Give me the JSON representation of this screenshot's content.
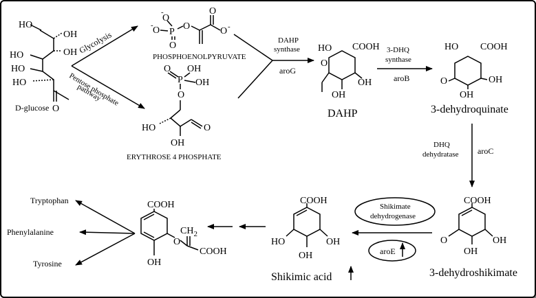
{
  "labels": {
    "d_glucose": "D-glucose",
    "glycolysis": "Glycolysis",
    "pentose_line1": "Pentose phosphate",
    "pentose_line2": "pathway",
    "pep": "PHOSPHOENOLPYRUVATE",
    "e4p": "ERYTHROSE 4 PHOSPHATE",
    "dahp_synthase_line1": "DAHP",
    "dahp_synthase_line2": "synthase",
    "aroG": "aroG",
    "dahp": "DAHP",
    "dhq_synthase_line1": "3-DHQ",
    "dhq_synthase_line2": "synthase",
    "aroB": "aroB",
    "dehydroquinate": "3-dehydroquinate",
    "dhq_dehydratase_line1": "DHQ",
    "dhq_dehydratase_line2": "dehydratase",
    "aroC": "aroC",
    "dehydroshikimate": "3-dehydroshikimate",
    "shikimate_dh_line1": "Shikimate",
    "shikimate_dh_line2": "dehydrogenase",
    "aroE": "aroE",
    "shikimic_acid": "Shikimic acid",
    "tryptophan": "Tryptophan",
    "phenylalanine": "Phenylalanine",
    "tyrosine": "Tyrosine"
  },
  "atoms": {
    "oh": "OH",
    "ho": "HO",
    "o": "O",
    "p": "P",
    "cooh": "COOH",
    "o_minus": "O",
    "minus": "-",
    "ch2": "CH",
    "two": "2"
  }
}
